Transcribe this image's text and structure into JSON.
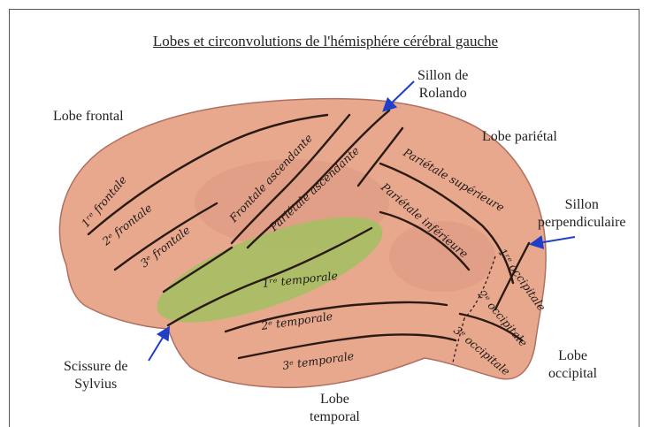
{
  "title": "Lobes et circonvolutions de l'hémisphére cérébral gauche",
  "labels": {
    "lobe_frontal": "Lobe frontal",
    "sillon_rolando_1": "Sillon de",
    "sillon_rolando_2": "Rolando",
    "lobe_parietal": "Lobe pariétal",
    "sillon_perp_1": "Sillon",
    "sillon_perp_2": "perpendiculaire",
    "scissure_1": "Scissure de",
    "scissure_2": "Sylvius",
    "lobe_occipital_1": "Lobe",
    "lobe_occipital_2": "occipital",
    "lobe_temporal_1": "Lobe",
    "lobe_temporal_2": "temporal"
  },
  "gyri": {
    "f1": "1ʳᵉ frontale",
    "f2": "2ᵉ frontale",
    "f3": "3ᵉ frontale",
    "fa": "Frontale ascendante",
    "pa": "Pariétale ascendante",
    "ps": "Pariétale supérieure",
    "pi": "Pariétale inférieure",
    "t1": "1ʳᵉ temporale",
    "t2": "2ᵉ temporale",
    "t3": "3ᵉ temporale",
    "o1": "1ʳᵉ occipitale",
    "o2": "2ᵉ occipitale",
    "o3": "3ᵉ occipitale"
  },
  "colors": {
    "brain": "#e8a88e",
    "brain_shade": "#d8907a",
    "sulcus": "#2a1a14",
    "sylvian_highlight": "#9ac45a",
    "arrow": "#1f3fc8"
  }
}
